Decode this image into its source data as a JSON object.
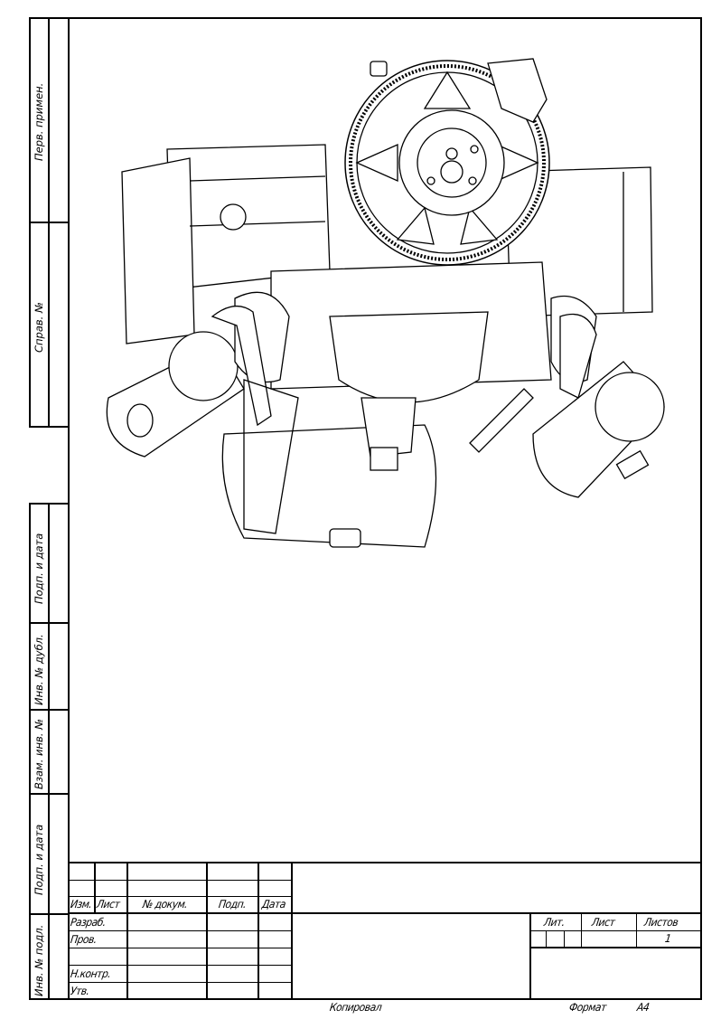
{
  "side_strip": {
    "perv_primen": "Перв. примен.",
    "sprav_no": "Справ. №",
    "podp_data_1": "Подп. и дата",
    "inv_dubl": "Инв. № дубл.",
    "vzam_inv": "Взам. инв. №",
    "podp_data_2": "Подп. и дата",
    "inv_podl": "Инв. № подл."
  },
  "title_block": {
    "headers": {
      "izm": "Изм.",
      "list": "Лист",
      "doc_no": "№ докум.",
      "podp": "Подп.",
      "data": "Дата"
    },
    "roles": {
      "razrab": "Разраб.",
      "prov": "Пров.",
      "n_kontr": "Н.контр.",
      "utv": "Утв."
    },
    "lit": "Лит.",
    "sheet": "Лист",
    "sheets": "Листов",
    "sheets_value": "1"
  },
  "footer": {
    "copied": "Копировал",
    "format_label": "Формат",
    "format_value": "A4"
  }
}
